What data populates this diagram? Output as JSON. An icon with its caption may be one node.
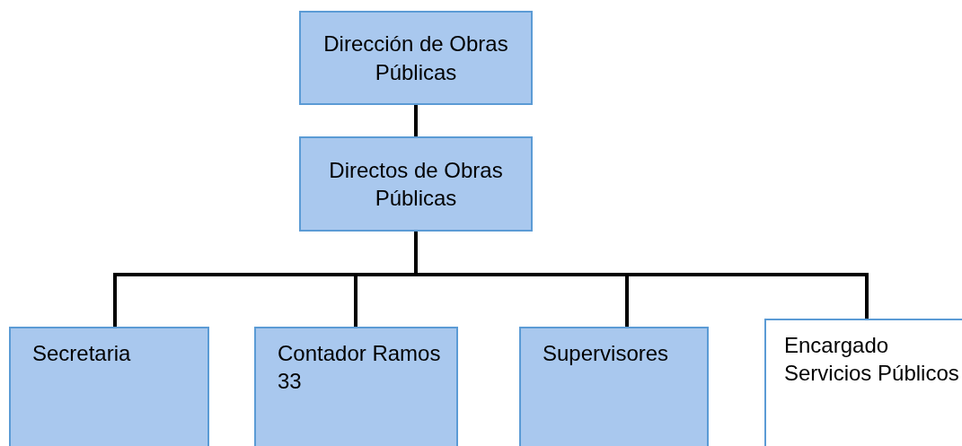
{
  "diagram": {
    "nodes": [
      {
        "text": [
          "Dirección de Obras Públicas"
        ]
      },
      {
        "text": [
          "Directos de Obras Públicas"
        ]
      },
      {
        "text": [
          "Secretaria"
        ]
      },
      {
        "text": [
          "Contador Ramos 33"
        ]
      },
      {
        "text": [
          "Supervisores"
        ]
      },
      {
        "text": [
          "Encargado Servicios Públicos"
        ]
      }
    ],
    "edges": [
      {
        "from": 0,
        "to": 1,
        "arrow": "none"
      },
      {
        "from": 1,
        "to": 2,
        "arrow": "none"
      },
      {
        "from": 1,
        "to": 3,
        "arrow": "none"
      },
      {
        "from": 1,
        "to": 4,
        "arrow": "none"
      },
      {
        "from": 1,
        "to": 5,
        "arrow": "none"
      }
    ]
  }
}
